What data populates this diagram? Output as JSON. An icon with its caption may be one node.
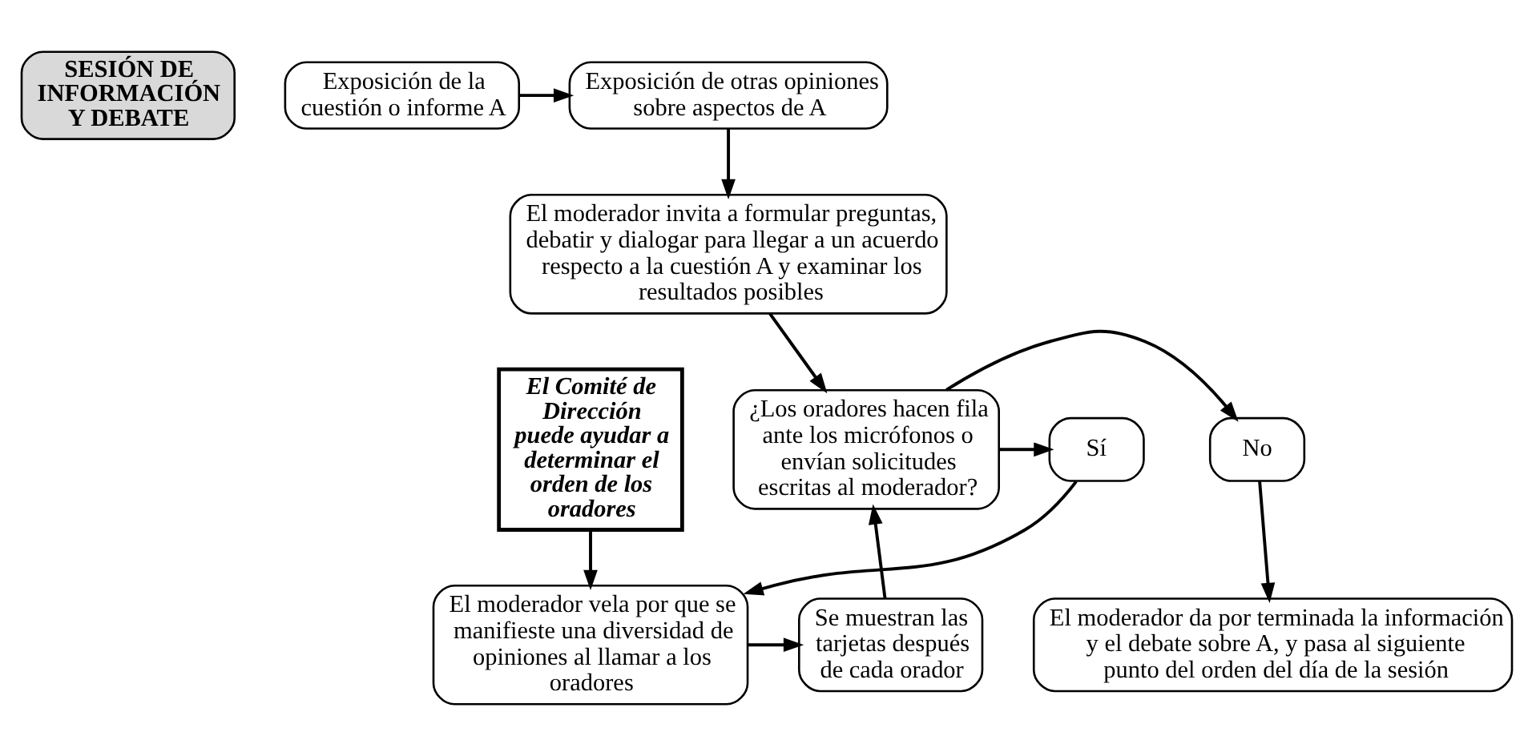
{
  "diagram": {
    "nodes": [
      {
        "text": [
          "SESIÓN DE INFORMACIÓN Y DEBATE"
        ]
      },
      {
        "text": [
          "Exposición de la cuestión o informe A"
        ]
      },
      {
        "text": [
          "Exposición de otras opiniones sobre aspectos de A"
        ]
      },
      {
        "text": [
          "El moderador invita a formular preguntas, debatir y dialogar para llegar a un acuerdo respecto a la cuestión A y examinar los resultados posibles"
        ]
      },
      {
        "text": [
          "El Comité de Dirección puede ayudar a determinar el orden de los oradores"
        ]
      },
      {
        "text": [
          "¿Los oradores hacen fila ante los micrófonos o envían solicitudes escritas al moderador?"
        ]
      },
      {
        "text": [
          "No"
        ]
      },
      {
        "text": [
          "Sí"
        ]
      },
      {
        "text": [
          "El moderador da por terminada la información y el debate sobre A, y pasa al siguiente punto del orden del día de la sesión"
        ]
      },
      {
        "text": [
          "Se muestran las tarjetas después de cada orador"
        ]
      },
      {
        "text": [
          "El moderador vela por que se manifieste una diversidad de opiniones al llamar a los oradores"
        ]
      }
    ],
    "edges": [
      {
        "from": 1,
        "to": 2,
        "arrow": "to"
      },
      {
        "from": 2,
        "to": 3,
        "arrow": "to"
      },
      {
        "from": 3,
        "to": 5,
        "arrow": "to"
      },
      {
        "from": 5,
        "to": 6,
        "arrow": "to"
      },
      {
        "from": 5,
        "to": 7,
        "arrow": "to"
      },
      {
        "from": 6,
        "to": 8,
        "arrow": "to"
      },
      {
        "from": 7,
        "to": 10,
        "arrow": "to"
      },
      {
        "from": 4,
        "to": 10,
        "arrow": "to"
      },
      {
        "from": 10,
        "to": 9,
        "arrow": "to"
      },
      {
        "from": 9,
        "to": 5,
        "arrow": "to"
      }
    ]
  }
}
